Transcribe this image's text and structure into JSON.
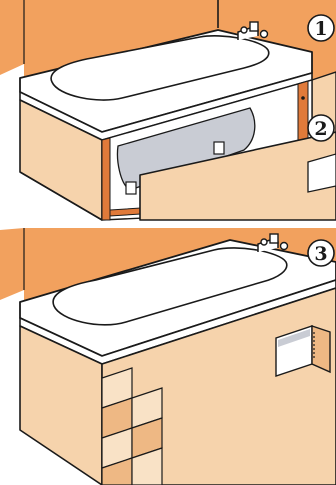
{
  "panels": [
    {
      "label": "1"
    },
    {
      "label": "2"
    },
    {
      "label": "3"
    }
  ],
  "colors": {
    "wall": "#f2a15e",
    "panel": "#f6d3ac",
    "panel_light": "#f9e2c6",
    "tile_dark": "#eeb884",
    "frame": "#e07a3a",
    "tub_shadow": "#c9ccd4",
    "outline": "#1a1a1a",
    "white": "#ffffff"
  }
}
